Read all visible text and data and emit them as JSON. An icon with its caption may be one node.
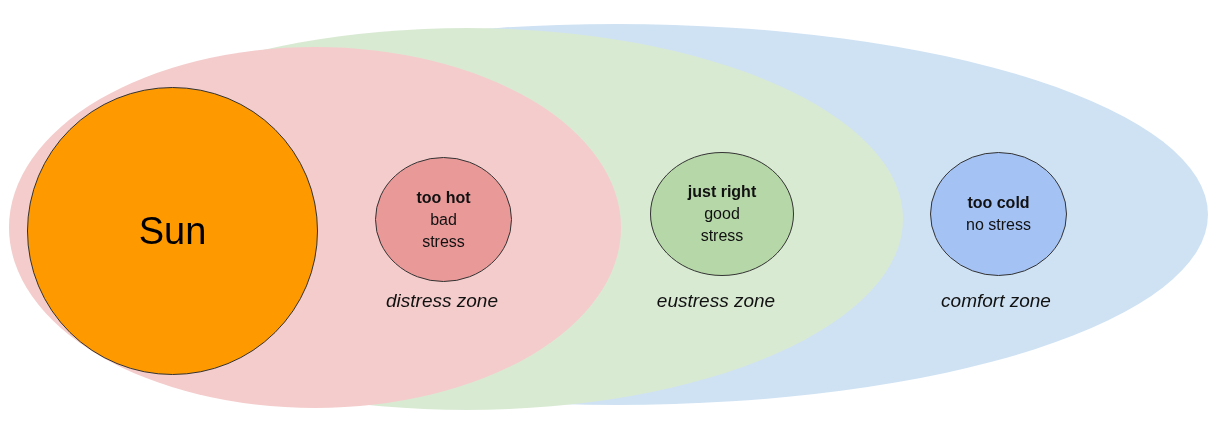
{
  "diagram": {
    "nodes": [
      {
        "text": [
          "comfort zone"
        ]
      },
      {
        "text": [
          "eustress zone"
        ],
        "in": 0
      },
      {
        "text": [
          "distress zone"
        ],
        "in": 1
      },
      {
        "text": [
          "Sun"
        ],
        "in": 2
      },
      {
        "text": [
          "too hot",
          "bad stress"
        ],
        "in": 2
      },
      {
        "text": [
          "just right",
          "good stress"
        ],
        "in": 1
      },
      {
        "text": [
          "too cold",
          "no stress"
        ],
        "in": 0
      }
    ]
  }
}
